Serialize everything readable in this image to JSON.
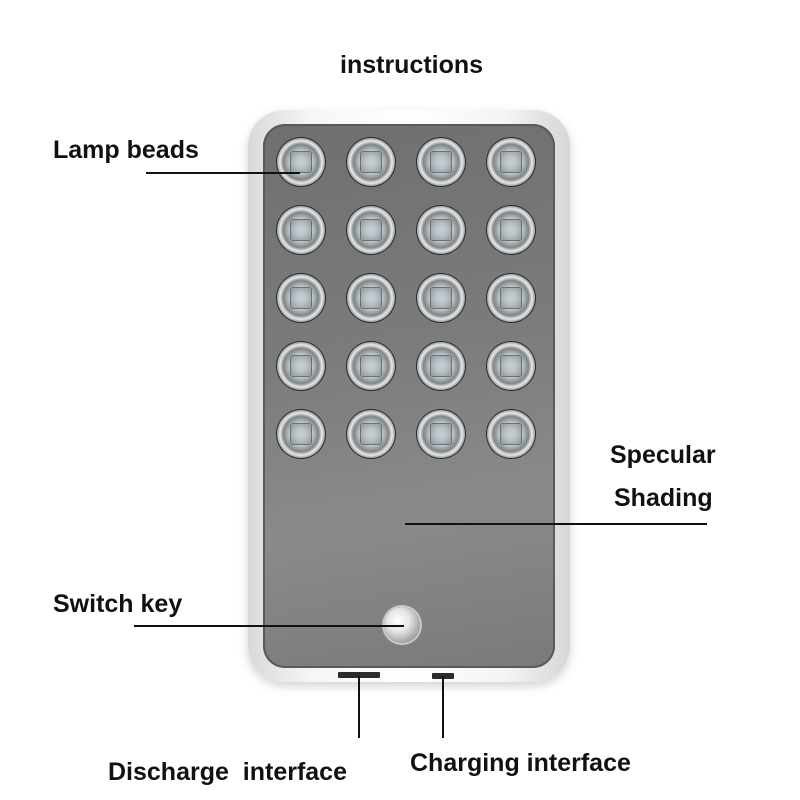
{
  "title": "instructions",
  "labels": {
    "lamp_beads": "Lamp beads",
    "specular_line1": "Specular",
    "specular_line2": "Shading",
    "switch_key": "Switch key",
    "discharge": "Discharge  interface",
    "charging": "Charging interface"
  },
  "device": {
    "bead_rows": 5,
    "bead_columns": 4,
    "bead_count": 20
  },
  "colors": {
    "text": "#111111",
    "frame": "#f2f2f2",
    "panel": "#7a7a7a"
  }
}
